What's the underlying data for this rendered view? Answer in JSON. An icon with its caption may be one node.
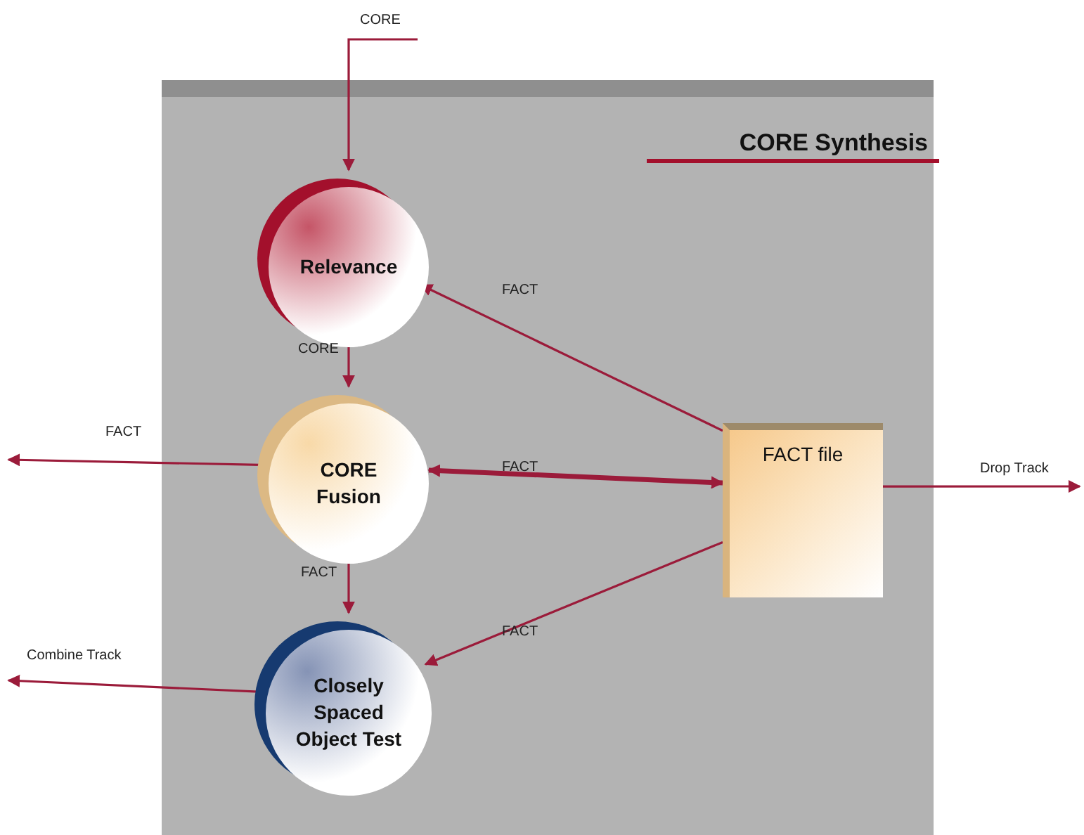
{
  "diagram": {
    "nodes": [
      {
        "text": [
          "CORE Synthesis"
        ]
      },
      {
        "text": [
          "Relevance"
        ],
        "in": 0
      },
      {
        "text": [
          "CORE Fusion"
        ],
        "in": 0
      },
      {
        "text": [
          "Closely Spaced Object Test"
        ],
        "in": 0
      },
      {
        "text": [
          "FACT file"
        ],
        "in": 0
      }
    ],
    "edges": [
      {
        "from": null,
        "to": 1,
        "arrow": "to",
        "label": "CORE"
      },
      {
        "from": 1,
        "to": 2,
        "arrow": "to",
        "label": "CORE"
      },
      {
        "from": 4,
        "to": 1,
        "arrow": "to",
        "label": "FACT"
      },
      {
        "from": 2,
        "to": null,
        "arrow": "to",
        "label": "FACT"
      },
      {
        "from": 4,
        "to": 2,
        "arrow": "both",
        "label": "FACT",
        "style": "thick"
      },
      {
        "from": 2,
        "to": 3,
        "arrow": "to",
        "label": "FACT"
      },
      {
        "from": 4,
        "to": 3,
        "arrow": "to",
        "label": "FACT"
      },
      {
        "from": 3,
        "to": null,
        "arrow": "to",
        "label": "Combine Track"
      },
      {
        "from": 4,
        "to": null,
        "arrow": "to",
        "label": "Drop Track"
      }
    ]
  }
}
